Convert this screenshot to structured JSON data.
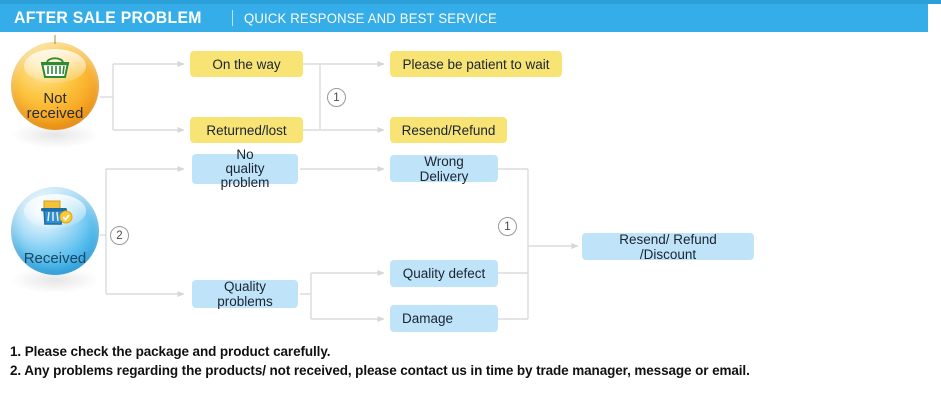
{
  "header": {
    "title": "AFTER SALE PROBLEM",
    "separator": "|",
    "subtitle": "QUICK RESPONSE AND BEST SERVICE",
    "background_color": "#35ade8",
    "text_color": "#ffffff"
  },
  "colors": {
    "banner_blue": "#35ade8",
    "node_yellow": "#f7e475",
    "node_blue": "#bfe3f8",
    "badge_orange": "#f6a01e",
    "badge_blue": "#1f9fe0",
    "connector_gray": "#d5d7da"
  },
  "badges": [
    {
      "id": "not-received",
      "label": "Not\nreceived",
      "label_line1": "Not",
      "label_line2": "received",
      "icon": "shopping-basket-icon",
      "color": "#f6a01e"
    },
    {
      "id": "received",
      "label": "Received",
      "icon": "shopping-basket-full-icon",
      "color": "#1f9fe0"
    }
  ],
  "flows": {
    "not_received": {
      "branches": [
        {
          "id": "on-the-way",
          "label": "On the way",
          "style": "yellow"
        },
        {
          "id": "returned-lost",
          "label": "Returned/lost",
          "style": "yellow"
        }
      ],
      "outcomes": [
        {
          "id": "please-be-patient",
          "label": "Please be patient to wait",
          "style": "yellow"
        },
        {
          "id": "resend-refund",
          "label": "Resend/Refund",
          "style": "yellow"
        }
      ],
      "marker": "1"
    },
    "received": {
      "marker": "2",
      "branches": [
        {
          "id": "no-quality-problem",
          "label": "No\nquality problem",
          "style": "blue"
        },
        {
          "id": "quality-problems",
          "label": "Quality problems",
          "style": "blue"
        }
      ],
      "reasons": [
        {
          "id": "wrong-delivery",
          "label": "Wrong Delivery",
          "style": "blue"
        },
        {
          "id": "quality-defect",
          "label": "Quality defect",
          "style": "blue"
        },
        {
          "id": "damage",
          "label": "Damage",
          "style": "blue"
        }
      ],
      "outcome": {
        "id": "resend-refund-discount",
        "label": "Resend/ Refund /Discount",
        "style": "blue"
      },
      "merge_marker": "1"
    }
  },
  "footer": {
    "lines": [
      "1. Please check the package and product carefully.",
      "2. Any problems regarding the products/ not received, please contact us in time by trade manager, message or email."
    ]
  }
}
